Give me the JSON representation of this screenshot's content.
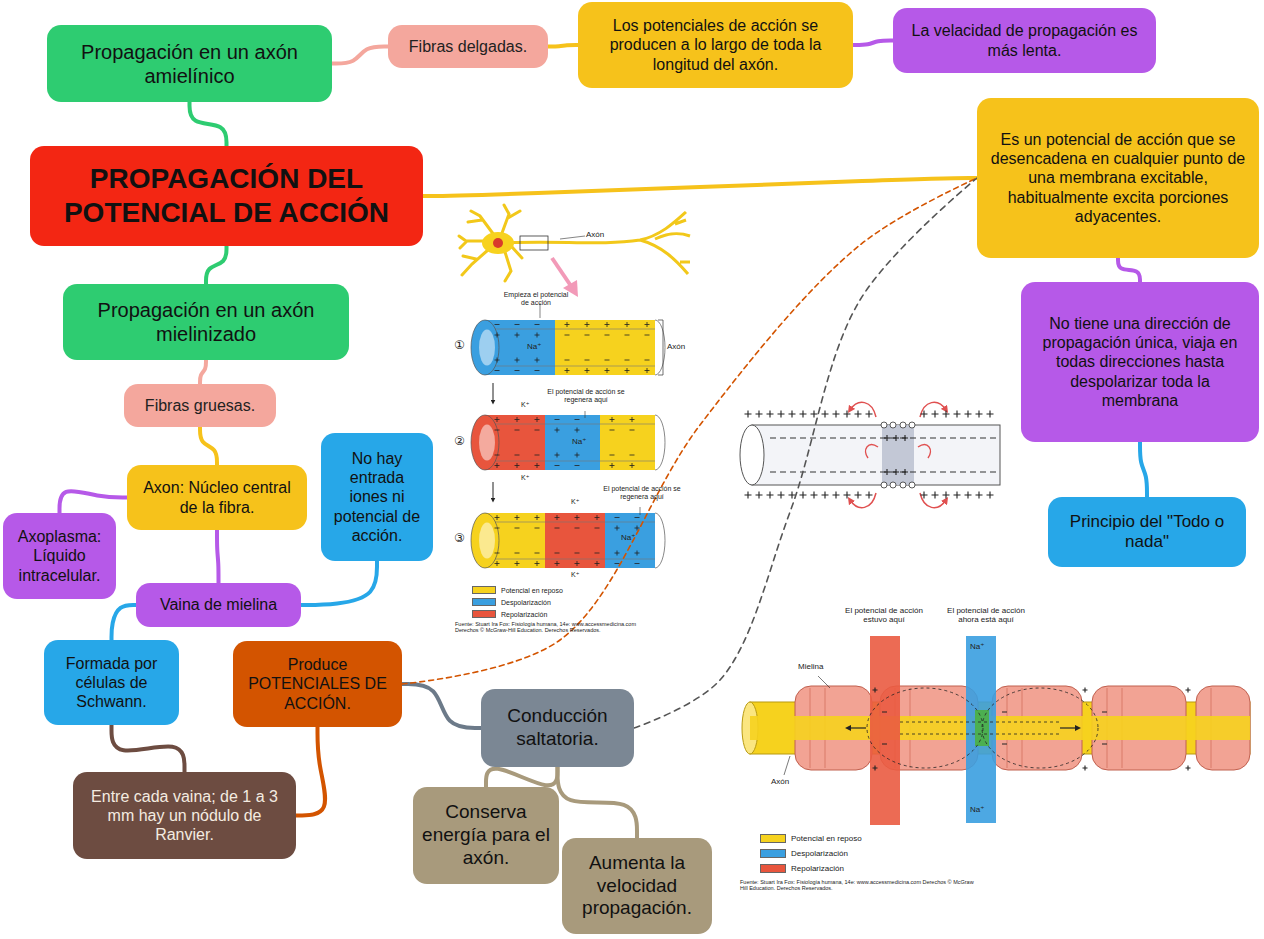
{
  "diagram": {
    "nodes": [
      {
        "text": [
          "PROPAGACIÓN DEL POTENCIAL DE ACCIÓN"
        ]
      },
      {
        "text": [
          "Propagación en un axón amielínico"
        ]
      },
      {
        "text": [
          "Fibras delgadas."
        ]
      },
      {
        "text": [
          "Los potenciales de acción se producen a lo largo de toda la longitud del axón."
        ]
      },
      {
        "text": [
          "La velacidad de propagación es más lenta."
        ]
      },
      {
        "text": [
          "Es un potencial de acción que se desencadena en cualquier punto de una membrana excitable, habitualmente excita porciones adyacentes."
        ]
      },
      {
        "text": [
          "No tiene una dirección de propagación única, viaja en todas direcciones hasta despolarizar toda la membrana"
        ]
      },
      {
        "text": [
          "Principio del \"Todo o nada\""
        ]
      },
      {
        "text": [
          "Propagación en un axón mielinizado"
        ]
      },
      {
        "text": [
          "Fibras gruesas."
        ]
      },
      {
        "text": [
          "Axon: Núcleo central de la fibra."
        ]
      },
      {
        "text": [
          "Axoplasma: Líquido intracelular."
        ]
      },
      {
        "text": [
          "Vaina de mielina"
        ]
      },
      {
        "text": [
          "No hay entrada iones ni potencial de acción."
        ]
      },
      {
        "text": [
          "Formada por células de Schwann."
        ]
      },
      {
        "text": [
          "Produce POTENCIALES DE ACCIÓN."
        ]
      },
      {
        "text": [
          "Entre cada vaina; de 1 a 3 mm hay un nódulo de Ranvier."
        ]
      },
      {
        "text": [
          "Conducción saltatoria."
        ]
      },
      {
        "text": [
          "Conserva energía para el axón."
        ]
      },
      {
        "text": [
          "Aumenta la velocidad propagación."
        ]
      }
    ],
    "edges": [
      {
        "from": 0,
        "to": 1,
        "arrow": "none"
      },
      {
        "from": 1,
        "to": 2,
        "arrow": "none"
      },
      {
        "from": 2,
        "to": 3,
        "arrow": "none"
      },
      {
        "from": 3,
        "to": 4,
        "arrow": "none"
      },
      {
        "from": 0,
        "to": 5,
        "arrow": "none"
      },
      {
        "from": 5,
        "to": 6,
        "arrow": "none"
      },
      {
        "from": 6,
        "to": 7,
        "arrow": "none"
      },
      {
        "from": 0,
        "to": 8,
        "arrow": "none"
      },
      {
        "from": 8,
        "to": 9,
        "arrow": "none"
      },
      {
        "from": 9,
        "to": 10,
        "arrow": "none"
      },
      {
        "from": 10,
        "to": 11,
        "arrow": "none"
      },
      {
        "from": 10,
        "to": 12,
        "arrow": "none"
      },
      {
        "from": 12,
        "to": 13,
        "arrow": "none"
      },
      {
        "from": 12,
        "to": 14,
        "arrow": "none"
      },
      {
        "from": 14,
        "to": 16,
        "arrow": "none"
      },
      {
        "from": 16,
        "to": 15,
        "arrow": "none"
      },
      {
        "from": 15,
        "to": 17,
        "arrow": "none"
      },
      {
        "from": 17,
        "to": 18,
        "arrow": "none"
      },
      {
        "from": 17,
        "to": 19,
        "arrow": "none"
      },
      {
        "from": 15,
        "to": 5,
        "arrow": "none"
      },
      {
        "from": 17,
        "to": 5,
        "arrow": "none"
      }
    ],
    "labels": [
      "Axón",
      "Empieza el potencial de acción",
      "①",
      "Na⁺",
      "Axón",
      "El potencial de acción se regenera aquí",
      "②",
      "K⁺",
      "Na⁺",
      "K⁺",
      "El potencial de acción se regenera aquí",
      "③",
      "K⁺",
      "Na⁺",
      "K⁺",
      "Fuente: Stuart Ira Fox: Fisiología humana, 14e: www.accessmedicina.com Derechos © McGraw-Hill Education. Derechos Reservados.",
      "El potencial de acción estuvo aquí",
      "El potencial de acción ahora está aquí",
      "Na⁺",
      "Mielina",
      "Na⁺",
      "Axón",
      "Fuente: Stuart Ira Fox: Fisiología humana, 14e: www.accessmedicina.com Derechos © McGraw Hill Education. Derechos Reservados."
    ],
    "legend": [
      {
        "text": "Potencial en reposo",
        "color": "#f6d21e"
      },
      {
        "text": "Despolarización",
        "color": "#3a9fe0"
      },
      {
        "text": "Repolarización",
        "color": "#e8553d"
      },
      {
        "text": "Potencial en reposo",
        "color": "#f6d21e"
      },
      {
        "text": "Despolarización",
        "color": "#3a9fe0"
      },
      {
        "text": "Repolarización",
        "color": "#e8553d"
      }
    ]
  }
}
